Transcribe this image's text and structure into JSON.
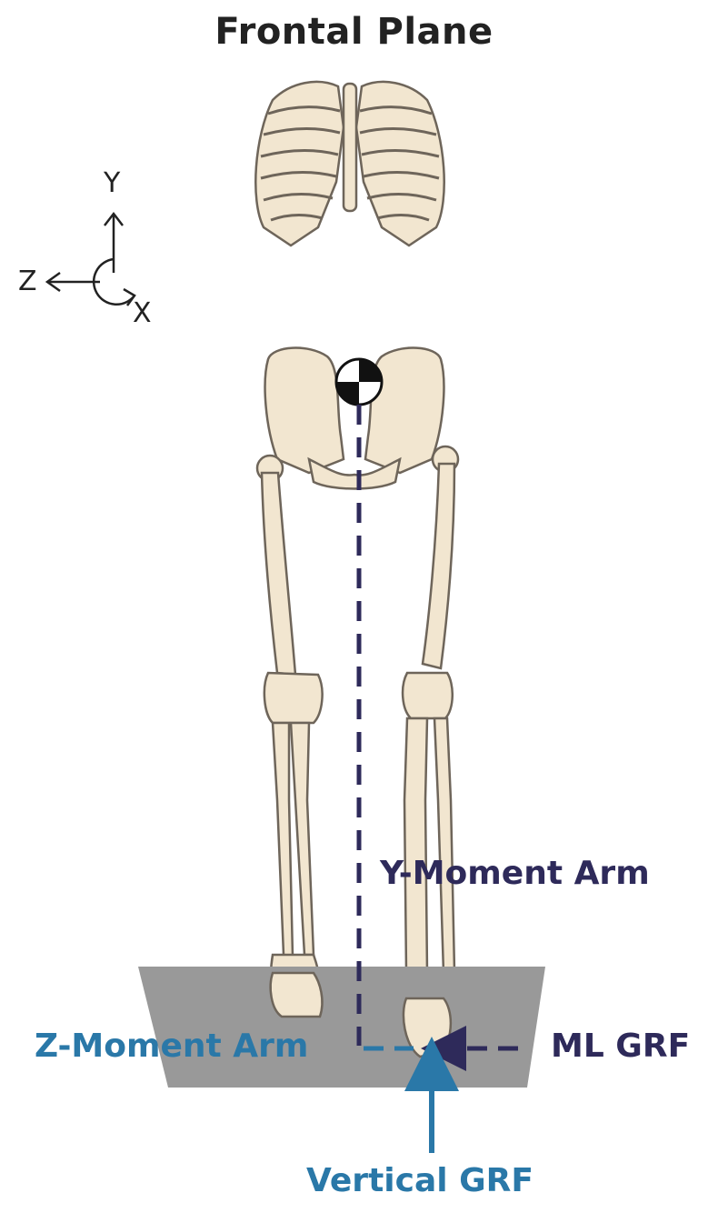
{
  "title": "Frontal Plane",
  "axes": {
    "y": "Y",
    "z": "Z",
    "x": "X"
  },
  "labels": {
    "y_moment_arm": "Y-Moment Arm",
    "z_moment_arm": "Z-Moment Arm",
    "ml_grf": "ML GRF",
    "vertical_grf": "Vertical GRF"
  },
  "colors": {
    "bone": "#f2e6d0",
    "bone_outline": "#6e655a",
    "dark_label": "#2e2a5a",
    "blue_label": "#2a78a8",
    "ground": "#999999"
  }
}
